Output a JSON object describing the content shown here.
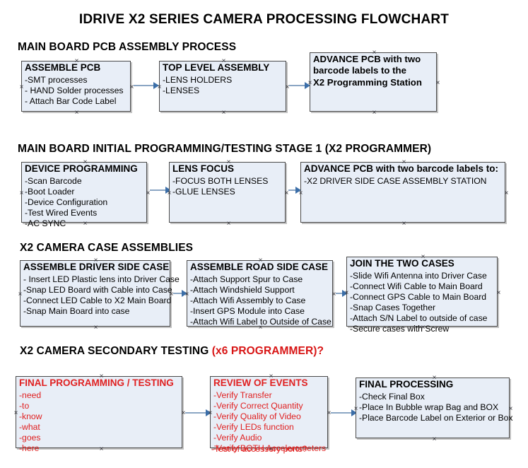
{
  "document": {
    "title": "IDRIVE X2  SERIES CAMERA PROCESSING FLOWCHART"
  },
  "colors": {
    "node_fill": "#e8eef7",
    "node_border": "#4a4a4a",
    "connector": "#8ba6c4",
    "arrow": "#3b6ea8",
    "red_text": "#e02020",
    "title_text": "#000000"
  },
  "sections": [
    {
      "id": "main-board-pcb-assembly-process",
      "title": "MAIN BOARD PCB ASSEMBLY PROCESS",
      "title_red_suffix": "",
      "nodes": [
        {
          "id": "assemble-pcb",
          "header": "ASSEMBLE PCB",
          "items": [
            "-SMT processes",
            "- HAND Solder processes",
            "- Attach Bar Code Label"
          ]
        },
        {
          "id": "top-level-assembly",
          "header": "TOP LEVEL ASSEMBLY",
          "items": [
            "-LENS HOLDERS",
            "-LENSES"
          ]
        },
        {
          "id": "advance-pcb-to-x2-programming-station",
          "header": "ADVANCE PCB with two",
          "items": [
            "barcode labels to the",
            " X2 Programming Station"
          ]
        }
      ]
    },
    {
      "id": "main-board-initial-programming-testing-stage-1",
      "title": "MAIN BOARD INITIAL PROGRAMMING/TESTING STAGE 1 (X2 PROGRAMMER)",
      "title_red_suffix": "",
      "nodes": [
        {
          "id": "device-programming",
          "header": "DEVICE PROGRAMMING",
          "items": [
            "-Scan Barcode",
            "-Boot Loader",
            "-Device Configuration",
            "-Test Wired Events",
            "-AC SYNC"
          ]
        },
        {
          "id": "lens-focus",
          "header": "LENS FOCUS",
          "items": [
            "-FOCUS BOTH LENSES",
            "-GLUE LENSES"
          ]
        },
        {
          "id": "advance-pcb-to-driver-side-case-assembly",
          "header": "ADVANCE PCB with two barcode labels to:",
          "items": [
            "-X2 DRIVER  SIDE  CASE  ASSEMBLY STATION"
          ]
        }
      ]
    },
    {
      "id": "x2-camera-case-assemblies",
      "title": "X2 CAMERA CASE ASSEMBLIES",
      "title_red_suffix": "",
      "nodes": [
        {
          "id": "assemble-driver-side-case",
          "header": "ASSEMBLE DRIVER SIDE CASE",
          "items": [
            "- Insert LED Plastic lens into Driver Case",
            "-Snap LED Board with Cable into Case",
            "-Connect LED Cable to X2 Main Board",
            "-Snap Main Board into case"
          ]
        },
        {
          "id": "assemble-road-side-case",
          "header": "ASSEMBLE ROAD SIDE CASE",
          "items": [
            "-Attach Support Spur to Case",
            "-Attach Windshield Support",
            "-Attach Wifi Assembly to Case",
            "-Insert GPS Module into Case",
            "-Attach Wifi Label to Outside of Case"
          ]
        },
        {
          "id": "join-the-two-cases",
          "header": "JOIN THE TWO CASES",
          "items": [
            "-Slide Wifi Antenna into Driver Case",
            "-Connect Wifi Cable to Main Board",
            "-Connect GPS Cable to Main Board",
            "-Snap Cases Together",
            "-Attach S/N Label to outside of case",
            "-Secure cases with Screw"
          ]
        }
      ]
    },
    {
      "id": "x2-camera-secondary-testing",
      "title": "X2 CAMERA SECONDARY TESTING ",
      "title_red_suffix": "(x6 PROGRAMMER)?",
      "nodes": [
        {
          "id": "final-programming-testing",
          "header": "FINAL PROGRAMMING / TESTING",
          "items": [
            "-need",
            "-to",
            "-know",
            "-what",
            "-goes",
            "-here"
          ]
        },
        {
          "id": "review-of-events",
          "header": "REVIEW OF EVENTS",
          "items": [
            "-Verify Transfer",
            "-Verify Correct Quantity",
            "-Verify Quality of Video",
            "-Verify LEDs function",
            "-Verify Audio",
            "-Verify BOTH Accelerometers"
          ],
          "overflow_item": "-Test of accessory ports?"
        },
        {
          "id": "final-processing",
          "header": "FINAL PROCESSING",
          "items": [
            " -Check Final Box",
            "-Place In Bubble wrap Bag and BOX",
            "-Place Barcode Label on Exterior or Box"
          ]
        }
      ]
    }
  ]
}
